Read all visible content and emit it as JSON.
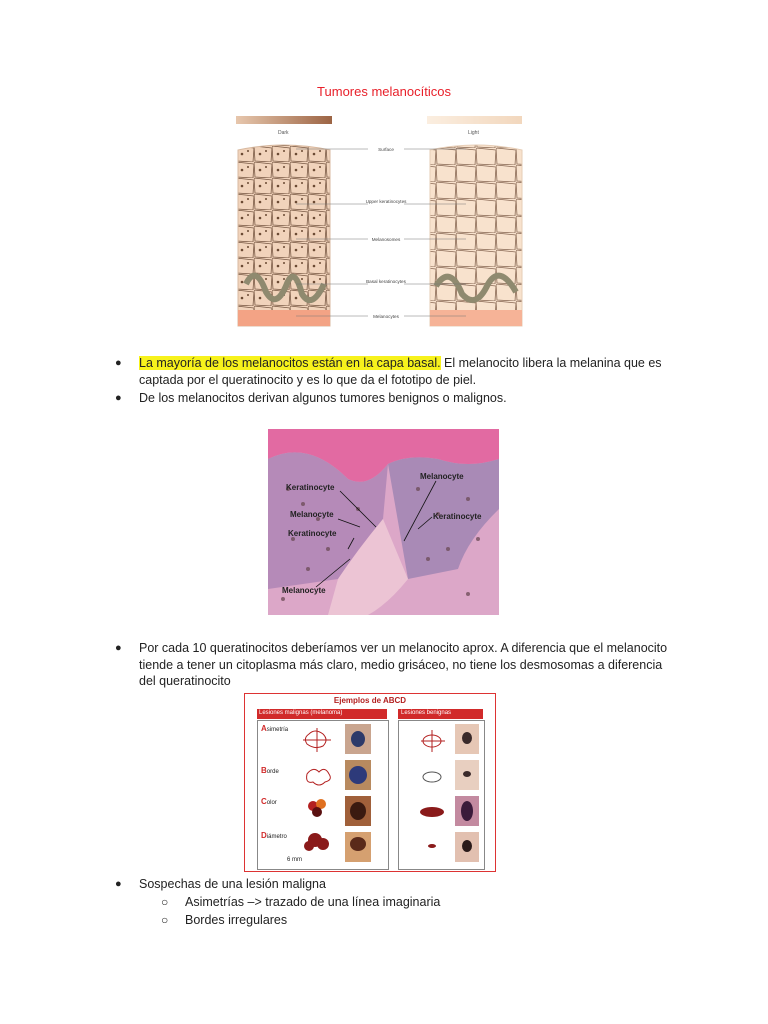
{
  "title": "Tumores melanocíticos",
  "figure1": {
    "dark_label": "Dark",
    "light_label": "Light",
    "labels": [
      "Surface",
      "Upper keratinocytes",
      "Melanosomes",
      "Basal keratinocytes",
      "Melanocytes"
    ]
  },
  "bullet1": {
    "highlight": "La mayoría de los melanocitos están en la capa basal.",
    "rest": " El melanocito libera la melanina que es captada por el queratinocito y es lo que da el fototipo de piel."
  },
  "bullet2": "De los melanocitos derivan algunos tumores benignos o malignos.",
  "figure2": {
    "labels": [
      "Keratinocyte",
      "Melanocyte",
      "Melanocyte",
      "Keratinocyte",
      "Keratinocyte",
      "Melanocyte"
    ]
  },
  "bullet3": "Por cada 10 queratinocitos deberíamos ver un melanocito aprox. A diferencia que el melanocito tiende a tener un citoplasma más claro, medio grisáceo, no tiene los desmosomas a diferencia del queratinocito",
  "figure3": {
    "title": "Ejemplos de ABCD",
    "left_header": "Lesiones malignas (melanoma)",
    "right_header": "Lesiones benignas",
    "rows": [
      {
        "letter": "A",
        "rest": "simetría"
      },
      {
        "letter": "B",
        "rest": "orde"
      },
      {
        "letter": "C",
        "rest": "olor"
      },
      {
        "letter": "D",
        "rest": "iámetro"
      }
    ],
    "scale": "6 mm"
  },
  "bullet4": "Sospechas de una lesión maligna",
  "subbullets": [
    "Asimetrías –> trazado  de una línea imaginaria",
    "Bordes irregulares"
  ]
}
